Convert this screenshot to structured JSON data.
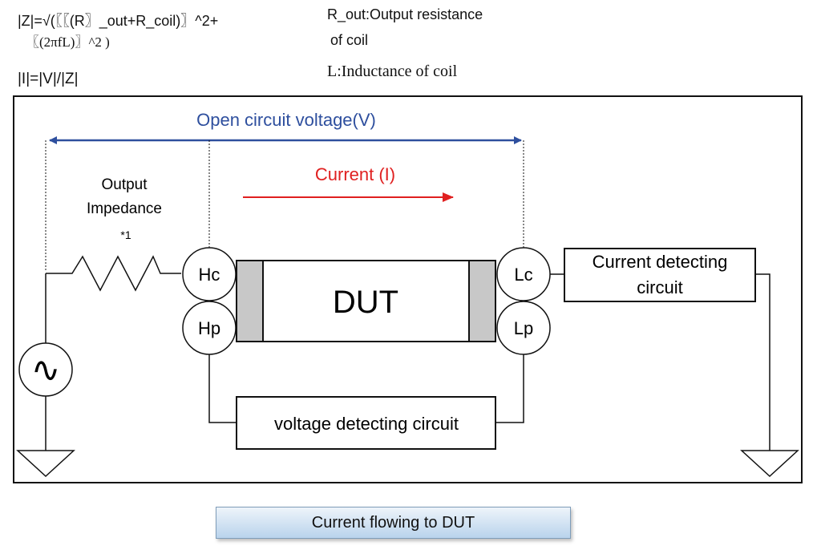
{
  "formulas": {
    "z_line1": "|Z|=√(〖〖(R〗_out+R_coil)〗^2+",
    "z_line2": "〖(2πfL)〗^2 )",
    "i_line": "|I|=|V|/|Z|"
  },
  "legend_notes": {
    "r_out_line1": "R_out:Output resistance",
    "r_out_line2": "of coil",
    "l_note": "L:Inductance of coil"
  },
  "diagram": {
    "open_circuit_voltage": "Open circuit voltage(V)",
    "current": "Current (I)",
    "output_impedance_line1": "Output",
    "output_impedance_line2": "Impedance",
    "footnote_mark": "*1",
    "terminal_hc": "Hc",
    "terminal_hp": "Hp",
    "terminal_lc": "Lc",
    "terminal_lp": "Lp",
    "dut": "DUT",
    "current_detecting_line1": "Current detecting",
    "current_detecting_line2": "circuit",
    "voltage_detecting": "voltage detecting circuit",
    "ac_source_symbol": "∿"
  },
  "colors": {
    "voltage_arrow": "#2e4f9e",
    "current_arrow": "#e02020",
    "dut_end_caps": "#c8c8c8"
  },
  "caption": "Current flowing to DUT"
}
